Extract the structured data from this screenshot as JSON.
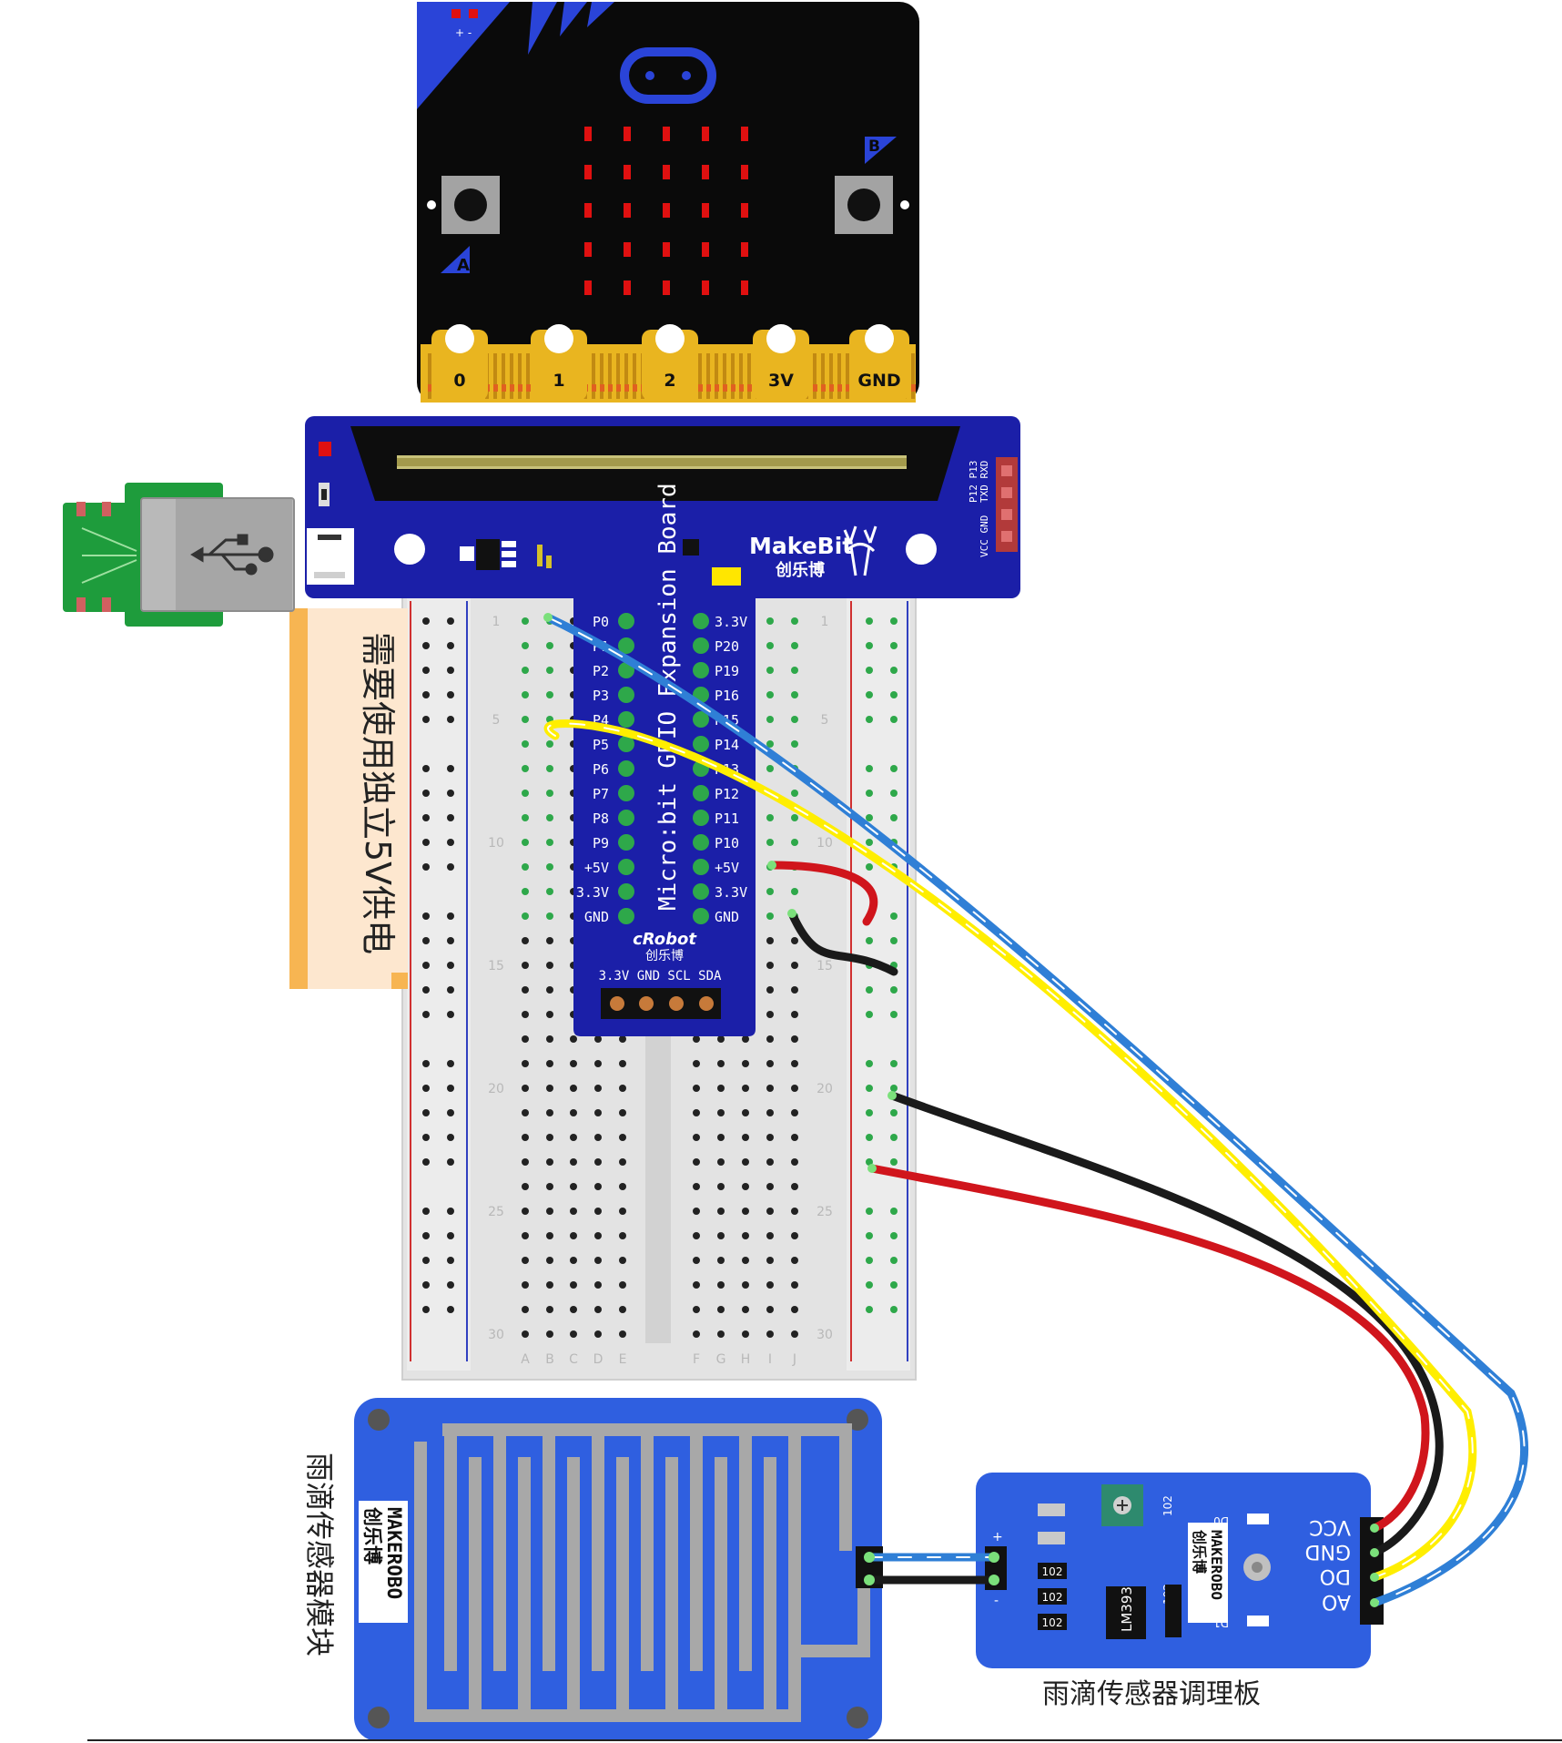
{
  "microbit": {
    "pin_labels": [
      "0",
      "1",
      "2",
      "3V",
      "GND"
    ],
    "button_a": "A",
    "button_b": "B",
    "plus_minus": "+ -"
  },
  "expansion": {
    "brand": "MakeBit",
    "brand_cn": "创乐博",
    "title": "Micro:bit GPIO Expansion Board",
    "left_pins": [
      "P0",
      "P1",
      "P2",
      "P3",
      "P4",
      "P5",
      "P6",
      "P7",
      "P8",
      "P9",
      "+5V",
      "3.3V",
      "GND"
    ],
    "right_pins": [
      "3.3V",
      "P20",
      "P19",
      "P16",
      "P15",
      "P14",
      "P13",
      "P12",
      "P11",
      "P10",
      "+5V",
      "3.3V",
      "GND"
    ],
    "footer_brand": "cRobot",
    "footer_brand_cn": "创乐博",
    "i2c_labels": [
      "3.3V",
      "GND",
      "SCL",
      "SDA"
    ],
    "serial_labels": [
      "P13",
      "P12",
      "RXD",
      "TXD",
      "GND",
      "VCC"
    ]
  },
  "breadboard": {
    "row_numbers": [
      "1",
      "5",
      "10",
      "15",
      "20",
      "25",
      "30"
    ],
    "column_letters_left": [
      "A",
      "B",
      "C",
      "D",
      "E"
    ],
    "column_letters_right": [
      "F",
      "G",
      "H",
      "I",
      "J"
    ]
  },
  "power_note": "需要使用独立5V供电",
  "sensor": {
    "label": "雨滴传感器模块",
    "brand": "MAKEROBO",
    "brand_cn": "创乐博"
  },
  "conditioner": {
    "label": "雨滴传感器调理板",
    "pins": [
      "VCC",
      "GND",
      "DO",
      "AO"
    ],
    "chip": "LM393",
    "resistor": "102",
    "led_labels": [
      "D0",
      "D1"
    ],
    "brand": "MAKEROBO",
    "brand_cn": "创乐博",
    "plus": "+",
    "minus": "-"
  },
  "colors": {
    "board_blue": "#1b1fa8",
    "microbit_black": "#0a0a0a",
    "gold": "#e9b520",
    "pcb_green": "#1e9c3c",
    "sensor_blue": "#2f5fe0",
    "wire_red": "#d0151c",
    "wire_black": "#1a1a1a",
    "wire_yellow": "#ffee00",
    "wire_blue": "#2f7fd6",
    "note_orange": "#f7b552"
  }
}
